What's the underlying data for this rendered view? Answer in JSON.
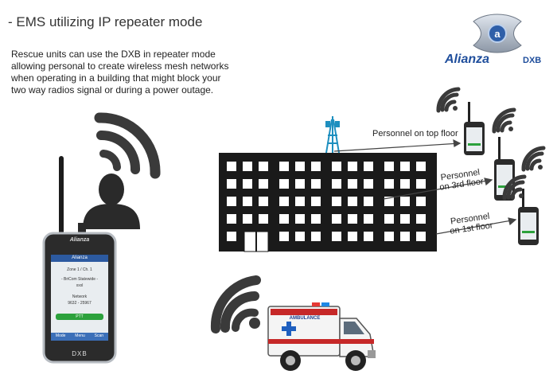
{
  "slide": {
    "title": "- EMS utilizing IP repeater mode",
    "description": "Rescue units can use the DXB in repeater mode allowing personal to create wireless mesh networks when operating in a building that might block your two way radios signal or during a power outage."
  },
  "logo": {
    "brand": "Alianza",
    "product": "DXB"
  },
  "labels": {
    "top_floor": "Personnel on top floor",
    "third_floor_line1": "Personnel",
    "third_floor_line2": "on 3rd floor",
    "first_floor_line1": "Personnel",
    "first_floor_line2": "on 1st floor"
  },
  "big_radio": {
    "brand": "Alianza",
    "app_name": "Alianza",
    "zone": "Zone 1 / Ch. 1",
    "network_line1": "- BriCom Statewide -",
    "network_line2": "xxxl",
    "net_label": "Network",
    "net_value": "9632 - 25967",
    "ptt_button": "PTT",
    "softkeys": [
      "Mode",
      "Menu",
      "Scan"
    ],
    "model": "DXB"
  },
  "ambulance": {
    "label": "AMBULANCE"
  },
  "colors": {
    "wifi": "#3a3a3a",
    "building": "#1a1a1a",
    "window": "#ffffff",
    "tower": "#1e8fbf",
    "logo_blue": "#1f4e9c"
  }
}
